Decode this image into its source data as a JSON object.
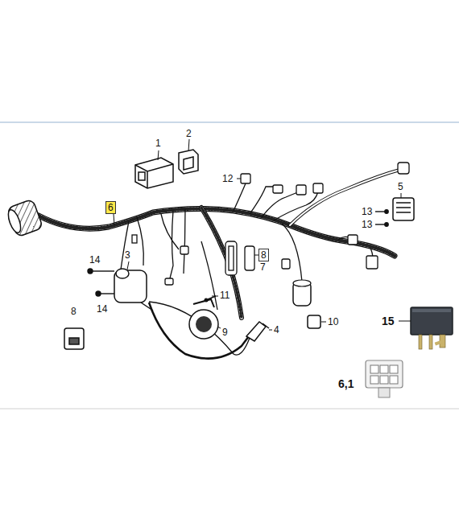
{
  "diagram": {
    "labels": [
      "1",
      "2",
      "12",
      "5",
      "13",
      "13",
      "6",
      "8",
      "7",
      "3",
      "14",
      "14",
      "11",
      "9",
      "4",
      "10",
      "8",
      "15",
      "6,1"
    ]
  }
}
